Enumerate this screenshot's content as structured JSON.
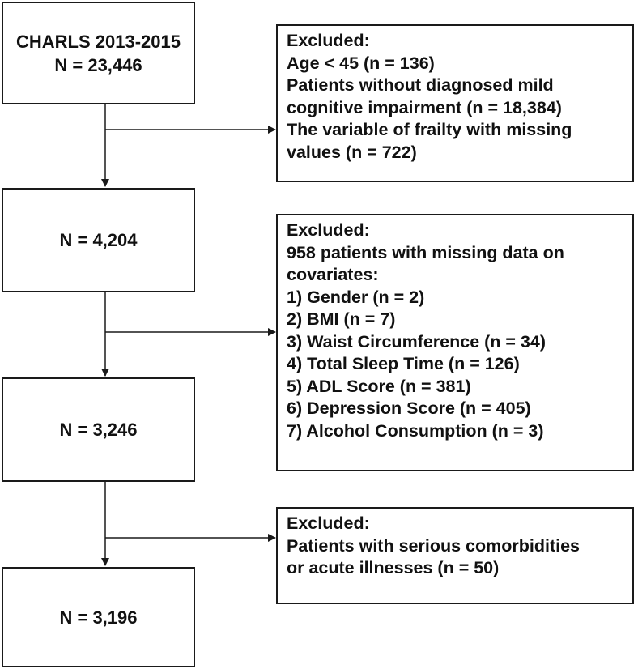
{
  "flowchart": {
    "stages": [
      {
        "lines": [
          "CHARLS 2013-2015",
          "N = 23,446"
        ]
      },
      {
        "lines": [
          "N = 4,204"
        ]
      },
      {
        "lines": [
          "N = 3,246"
        ]
      },
      {
        "lines": [
          "N = 3,196"
        ]
      }
    ],
    "exclusions": [
      {
        "lines": [
          "Excluded:",
          "Age < 45 (n = 136)",
          "Patients without diagnosed mild",
          "cognitive impairment (n = 18,384)",
          "The variable of frailty with missing",
          "values (n = 722)"
        ]
      },
      {
        "lines": [
          "Excluded:",
          "958 patients with missing data on",
          "covariates:",
          "1) Gender (n = 2)",
          "2) BMI (n = 7)",
          "3) Waist Circumference (n = 34)",
          "4) Total Sleep Time (n = 126)",
          "5) ADL Score (n = 381)",
          "6) Depression Score (n = 405)",
          "7) Alcohol Consumption (n = 3)"
        ]
      },
      {
        "lines": [
          "Excluded:",
          "Patients with serious comorbidities",
          "or acute illnesses (n = 50)"
        ]
      }
    ]
  }
}
